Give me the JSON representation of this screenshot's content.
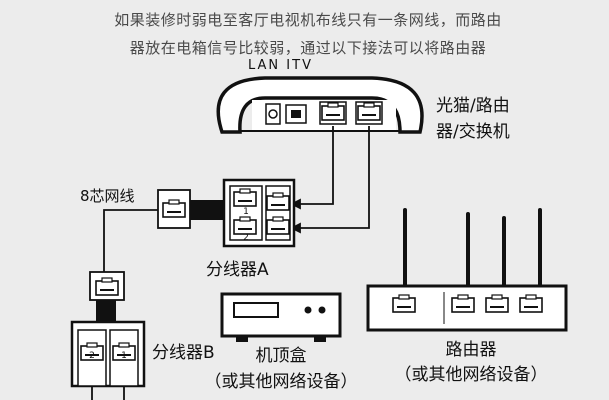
{
  "intro": {
    "line1": "如果装修时弱电至客厅电视机布线只有一条网线，而路由",
    "line2": "器放在电箱信号比较弱，通过以下接法可以将路由器"
  },
  "modem": {
    "port_label": "LAN ITV",
    "label_line1": "光猫/路由",
    "label_line2": "器/交换机"
  },
  "cable": {
    "label": "8芯网线"
  },
  "splitter_a": {
    "label": "分线器A",
    "port_marks": [
      "1",
      "2"
    ]
  },
  "splitter_b": {
    "label": "分线器B",
    "port_marks": [
      "2",
      "1"
    ]
  },
  "settop": {
    "label_line1": "机顶盒",
    "label_line2": "（或其他网络设备）"
  },
  "router": {
    "label_line1": "路由器",
    "label_line2": "（或其他网络设备）"
  },
  "colors": {
    "line": "#111111",
    "fill": "#ffffff",
    "background": "#ececec",
    "intro_text": "#4a4a4a"
  }
}
